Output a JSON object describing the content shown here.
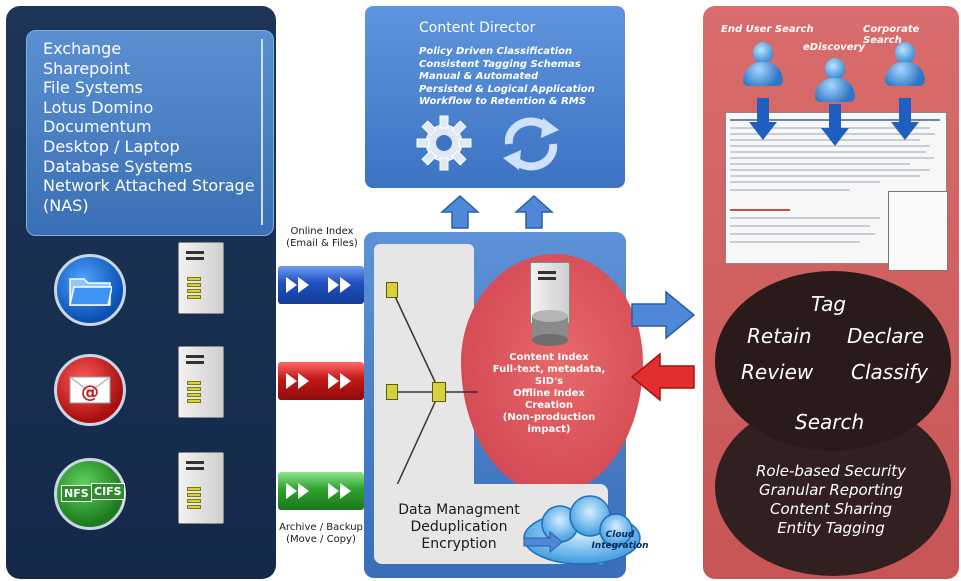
{
  "sources": {
    "items": [
      "Exchange",
      "Sharepoint",
      "File Systems",
      "Lotus Domino",
      "Documentum",
      "Desktop / Laptop",
      "Database Systems",
      "Network Attached Storage",
      "(NAS)"
    ]
  },
  "channels": {
    "online_label_1": "Online Index",
    "online_label_2": "(Email & Files)",
    "archive_label_1": "Archive / Backup",
    "archive_label_2": "(Move / Copy)"
  },
  "source_icons": {
    "folder": "folder-icon",
    "email": "email-at-icon",
    "nfs": "NFS",
    "cifs": "CIFS"
  },
  "director": {
    "title": "Content Director",
    "lines": [
      "Policy Driven Classification",
      "Consistent Tagging Schemas",
      "Manual & Automated",
      "Persisted & Logical Application",
      "Workflow to Retention & RMS"
    ]
  },
  "core": {
    "content_index_1": "Content Index",
    "content_index_2": "Full-text, metadata, SID's",
    "offline_1": "Offline Index",
    "offline_2": "Creation",
    "offline_3": "(Non-production",
    "offline_4": "impact)",
    "dm_1": "Data Managment",
    "dm_2": "Deduplication",
    "dm_3": "Encryption",
    "cloud_1": "Cloud",
    "cloud_2": "Integration"
  },
  "right": {
    "end_user": "End User Search",
    "ediscovery": "eDiscovery",
    "corporate": "Corporate Search",
    "tag": "Tag",
    "retain": "Retain",
    "declare": "Declare",
    "review": "Review",
    "classify": "Classify",
    "search": "Search",
    "features": [
      "Role-based Security",
      "Granular Reporting",
      "Content Sharing",
      "Entity Tagging"
    ]
  },
  "colors": {
    "left_panel": "#1d3557",
    "director": "#4a82cf",
    "core": "#4a7fc9",
    "right_panel": "#d06060",
    "venn": "#2a1a1a"
  }
}
